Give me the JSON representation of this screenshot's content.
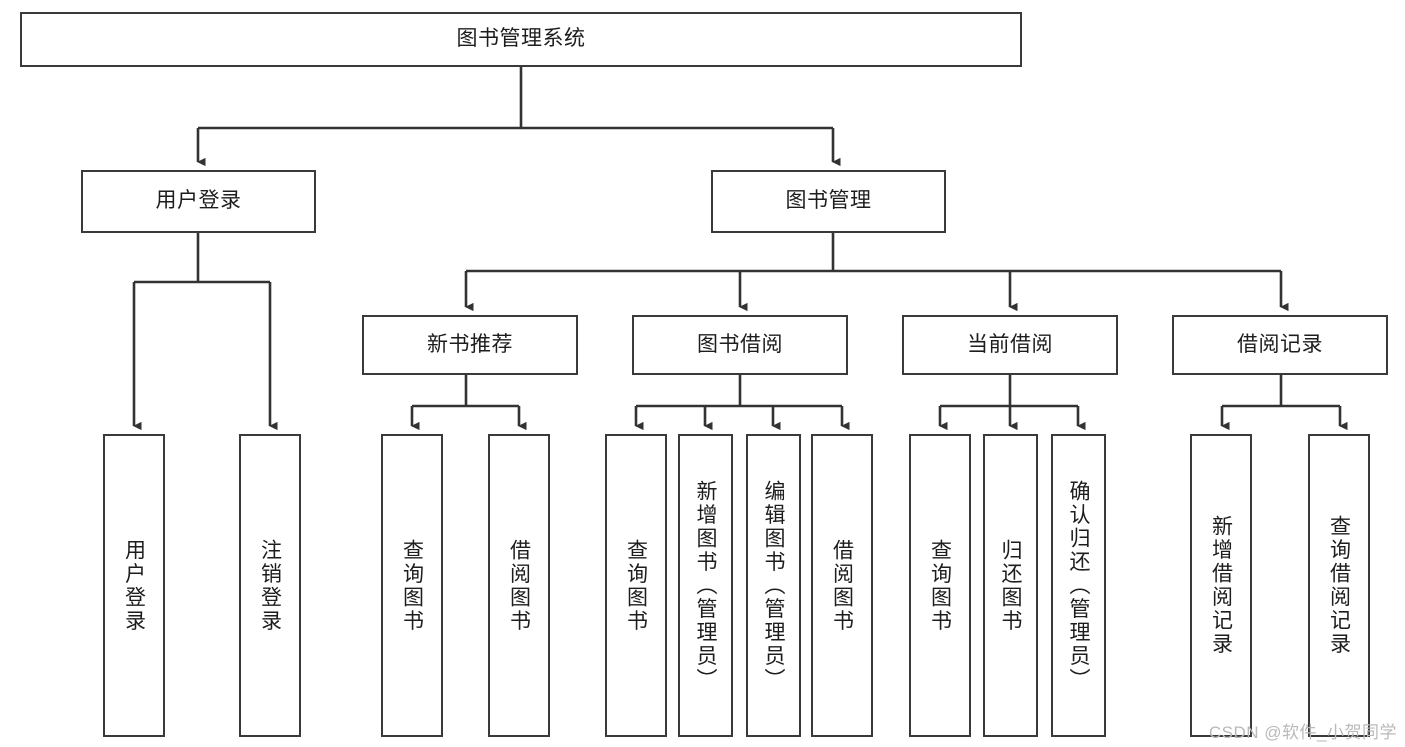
{
  "diagram": {
    "type": "tree",
    "title": "图书管理系统",
    "watermark": "CSDN @软件_小贺同学",
    "colors": {
      "box_border": "#3a3a3a",
      "box_fill": "#ffffff",
      "connector": "#333333",
      "text": "#1d1d1d",
      "watermark": "#b9b9b9",
      "background": "#ffffff"
    },
    "nodes": {
      "root": {
        "label": "图书管理系统"
      },
      "level2": [
        {
          "id": "user-login",
          "label": "用户登录"
        },
        {
          "id": "book-manage",
          "label": "图书管理"
        }
      ],
      "level3": [
        {
          "id": "new-book-rec",
          "label": "新书推荐"
        },
        {
          "id": "book-borrow",
          "label": "图书借阅"
        },
        {
          "id": "current-borrow",
          "label": "当前借阅"
        },
        {
          "id": "borrow-record",
          "label": "借阅记录"
        }
      ],
      "leaves": {
        "user-login": [
          {
            "id": "leaf-user-login",
            "label": "用户登录"
          },
          {
            "id": "leaf-logout-login",
            "label": "注销登录"
          }
        ],
        "new-book-rec": [
          {
            "id": "leaf-query-book-1",
            "label": "查询图书"
          },
          {
            "id": "leaf-borrow-book-1",
            "label": "借阅图书"
          }
        ],
        "book-borrow": [
          {
            "id": "leaf-query-book-2",
            "label": "查询图书"
          },
          {
            "id": "leaf-add-book",
            "label": "新增图书（管理员）"
          },
          {
            "id": "leaf-edit-book",
            "label": "编辑图书（管理员）"
          },
          {
            "id": "leaf-borrow-book-2",
            "label": "借阅图书"
          }
        ],
        "current-borrow": [
          {
            "id": "leaf-query-book-3",
            "label": "查询图书"
          },
          {
            "id": "leaf-return-book",
            "label": "归还图书"
          },
          {
            "id": "leaf-confirm-return",
            "label": "确认归还（管理员）"
          }
        ],
        "borrow-record": [
          {
            "id": "leaf-add-record",
            "label": "新增借阅记录"
          },
          {
            "id": "leaf-query-record",
            "label": "查询借阅记录"
          }
        ]
      }
    }
  }
}
